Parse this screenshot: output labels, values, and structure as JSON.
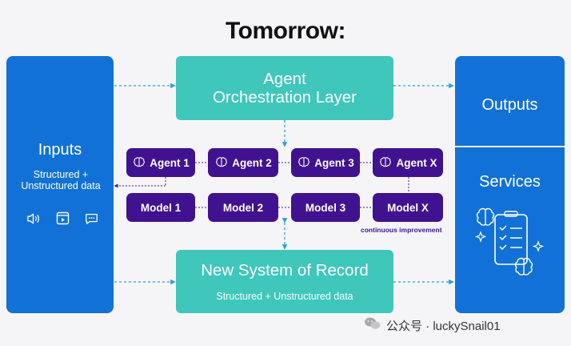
{
  "title": "Tomorrow:",
  "inputs": {
    "label": "Inputs",
    "sub": "Structured + Unstructured data",
    "icons": [
      "speaker-icon",
      "video-player-icon",
      "chat-bubble-icon"
    ]
  },
  "orchestration": {
    "line1": "Agent",
    "line2": "Orchestration Layer"
  },
  "agents": [
    "Agent 1",
    "Agent 2",
    "Agent 3",
    "Agent X"
  ],
  "models": [
    "Model 1",
    "Model 2",
    "Model 3",
    "Model X"
  ],
  "continuous": "continuous improvement",
  "record": {
    "title": "New System of Record",
    "sub": "Structured + Unstructured data"
  },
  "outputs": {
    "label": "Outputs"
  },
  "services": {
    "label": "Services"
  },
  "watermark": "公众号 · luckySnail01",
  "colors": {
    "blue": "#1171d6",
    "teal": "#3ec7ba",
    "purple": "#401290",
    "line": "#2f9ed6"
  }
}
